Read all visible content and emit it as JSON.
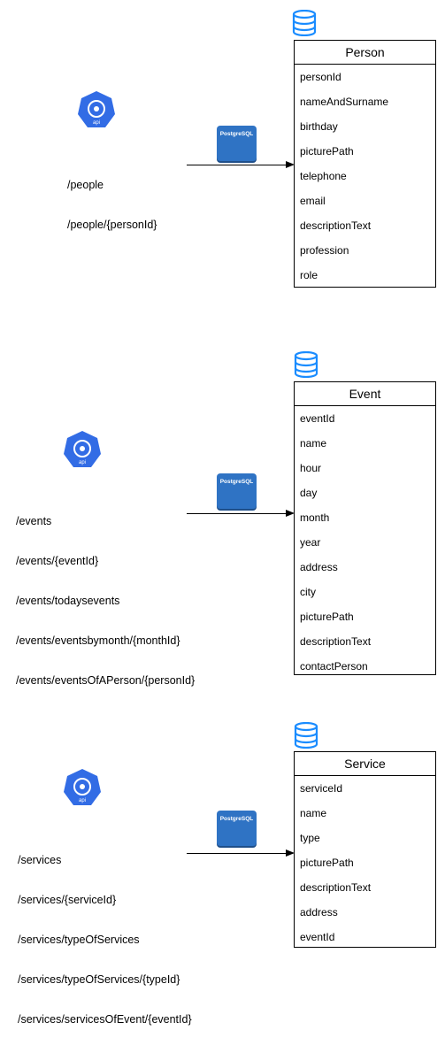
{
  "sections": [
    {
      "routes": [
        "/people",
        "/people/{personId}"
      ],
      "db_badge": "PostgreSQL",
      "api_label": "api",
      "table": {
        "title": "Person",
        "fields": [
          "personId",
          "nameAndSurname",
          "birthday",
          "picturePath",
          "telephone",
          "email",
          "descriptionText",
          "profession",
          "role"
        ]
      }
    },
    {
      "routes": [
        "/events",
        "/events/{eventId}",
        "/events/todaysevents",
        "/events/eventsbymonth/{monthId}",
        "/events/eventsOfAPerson/{personId}"
      ],
      "db_badge": "PostgreSQL",
      "api_label": "api",
      "table": {
        "title": "Event",
        "fields": [
          "eventId",
          "name",
          "hour",
          "day",
          "month",
          "year",
          "address",
          "city",
          "picturePath",
          "descriptionText",
          "contactPerson"
        ]
      }
    },
    {
      "routes": [
        "/services",
        "/services/{serviceId}",
        "/services/typeOfServices",
        "/services/typeOfServices/{typeId}",
        "/services/servicesOfEvent/{eventId}"
      ],
      "db_badge": "PostgreSQL",
      "api_label": "api",
      "table": {
        "title": "Service",
        "fields": [
          "serviceId",
          "name",
          "type",
          "picturePath",
          "descriptionText",
          "address",
          "eventId"
        ]
      }
    }
  ],
  "colors": {
    "api_blue": "#326ce5",
    "db_blue": "#2f73c4",
    "db_icon": "#1a8cff"
  }
}
